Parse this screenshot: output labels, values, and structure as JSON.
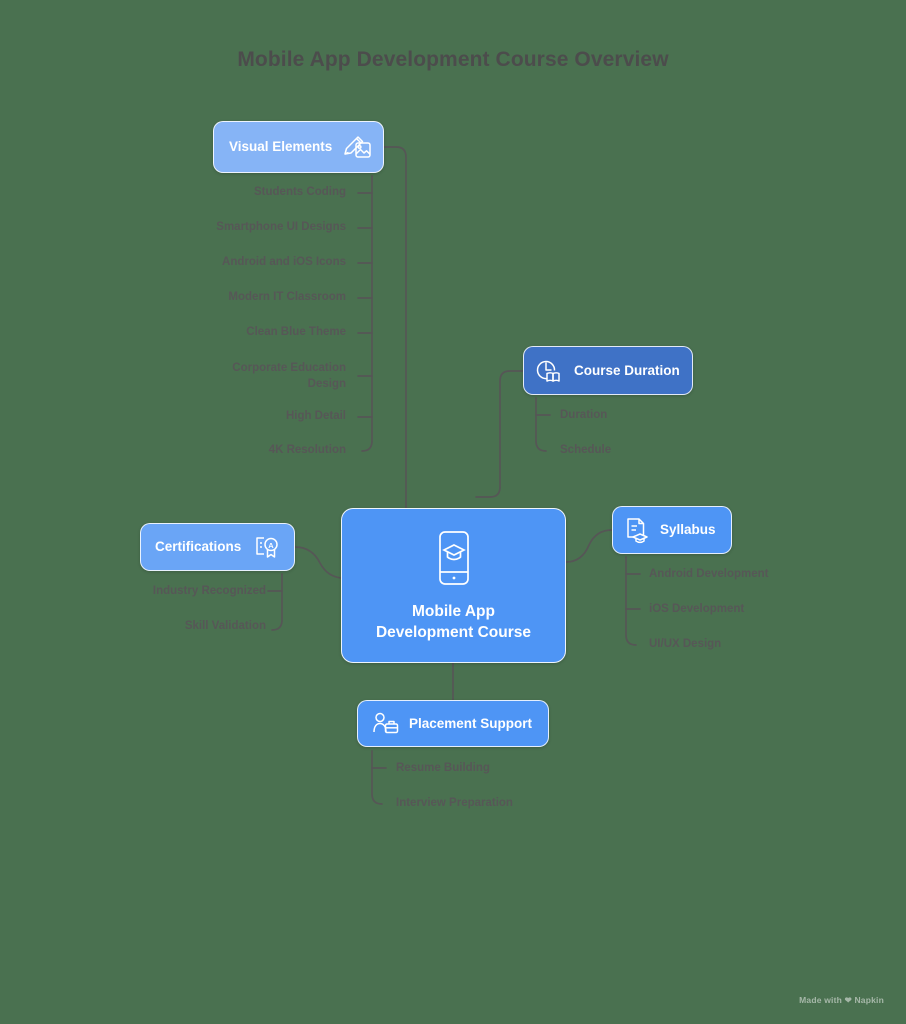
{
  "title": "Mobile App Development Course Overview",
  "watermark": "Made with ❤ Napkin",
  "colors": {
    "background": "#4a7150",
    "center_node": "#4e95f5",
    "node_visual": "#86b4f6",
    "node_duration": "#3f72c6",
    "node_syllabus": "#4e95f5",
    "node_certifications": "#6aa5f6",
    "node_placement": "#4e95f5",
    "connector": "#565656",
    "title_text": "#4c4c4c",
    "subitem_text": "#575757",
    "node_text": "#ffffff"
  },
  "center": {
    "label_line1": "Mobile App",
    "label_line2": "Development Course",
    "icon": "smartphone-graduation-cap-icon"
  },
  "branches": [
    {
      "id": "visual-elements",
      "label": "Visual Elements",
      "icon": "pencil-image-icon",
      "children": [
        "Students Coding",
        "Smartphone UI Designs",
        "Android and iOS Icons",
        "Modern IT Classroom",
        "Clean Blue Theme",
        "Corporate Education Design",
        "High Detail",
        "4K Resolution"
      ]
    },
    {
      "id": "course-duration",
      "label": "Course Duration",
      "icon": "clock-book-icon",
      "children": [
        "Duration",
        "Schedule"
      ]
    },
    {
      "id": "syllabus",
      "label": "Syllabus",
      "icon": "document-graduation-cap-icon",
      "children": [
        "Android Development",
        "iOS Development",
        "UI/UX Design"
      ]
    },
    {
      "id": "certifications",
      "label": "Certifications",
      "icon": "certificate-award-icon",
      "children": [
        "Industry Recognized",
        "Skill Validation"
      ]
    },
    {
      "id": "placement-support",
      "label": "Placement Support",
      "icon": "person-briefcase-icon",
      "children": [
        "Resume Building",
        "Interview Preparation"
      ]
    }
  ]
}
